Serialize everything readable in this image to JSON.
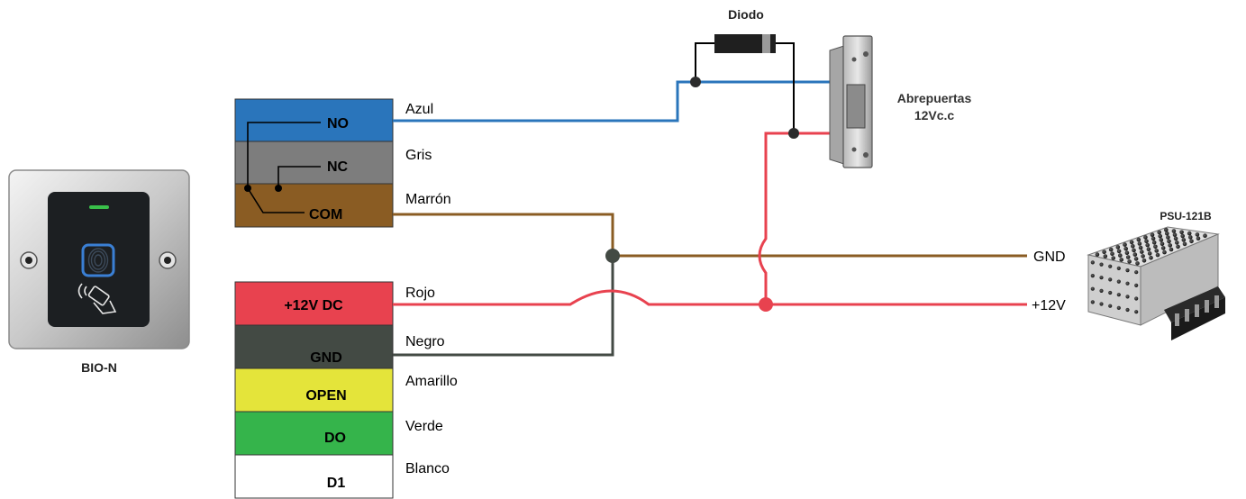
{
  "device": {
    "name": "BIO-N"
  },
  "relay_terminals": [
    {
      "label": "NO",
      "wire": "Azul",
      "color": "#2a75bb"
    },
    {
      "label": "NC",
      "wire": "Gris",
      "color": "#7d7d7d"
    },
    {
      "label": "COM",
      "wire": "Marrón",
      "color": "#8a5c23"
    }
  ],
  "power_terminals": [
    {
      "label": "+12V DC",
      "wire": "Rojo",
      "color": "#e8424f"
    },
    {
      "label": "GND",
      "wire": "Negro",
      "color": "#434a44"
    },
    {
      "label": "OPEN",
      "wire": "Amarillo",
      "color": "#e4e43a"
    },
    {
      "label": "DO",
      "wire": "Verde",
      "color": "#35b44b"
    },
    {
      "label": "D1",
      "wire": "Blanco",
      "color": "#ffffff"
    }
  ],
  "diode": {
    "label": "Diodo"
  },
  "strike": {
    "label_line1": "Abrepuertas",
    "label_line2": "12Vc.c"
  },
  "psu": {
    "name": "PSU-121B",
    "out_gnd": "GND",
    "out_pos": "+12V"
  },
  "wire_colors": {
    "blue": "#2a75bb",
    "brown": "#8a5c23",
    "red": "#e8424f",
    "dark": "#434a44",
    "black": "#000000"
  }
}
